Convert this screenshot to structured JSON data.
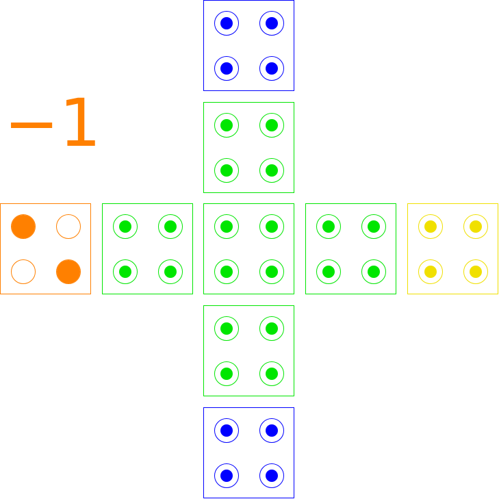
{
  "score": {
    "text": "−1",
    "color": "#ff8000"
  },
  "colors": {
    "blue": "#0000ff",
    "green": "#00e600",
    "orange": "#ff8000",
    "yellow": "#f0e000"
  },
  "tiles": [
    {
      "id": "top-outer",
      "color": "blue",
      "pegs": [
        true,
        true,
        true,
        true
      ],
      "style": "normal"
    },
    {
      "id": "top-inner",
      "color": "green",
      "pegs": [
        true,
        true,
        true,
        true
      ],
      "style": "normal"
    },
    {
      "id": "left-outer",
      "color": "orange",
      "pegs": [
        true,
        false,
        false,
        true
      ],
      "style": "big"
    },
    {
      "id": "left-inner",
      "color": "green",
      "pegs": [
        true,
        true,
        true,
        true
      ],
      "style": "normal"
    },
    {
      "id": "center",
      "color": "green",
      "pegs": [
        true,
        true,
        true,
        true
      ],
      "style": "normal"
    },
    {
      "id": "right-inner",
      "color": "green",
      "pegs": [
        true,
        true,
        true,
        true
      ],
      "style": "normal"
    },
    {
      "id": "right-outer",
      "color": "yellow",
      "pegs": [
        true,
        true,
        true,
        true
      ],
      "style": "normal"
    },
    {
      "id": "bottom-inner",
      "color": "green",
      "pegs": [
        true,
        true,
        true,
        true
      ],
      "style": "normal"
    },
    {
      "id": "bottom-outer",
      "color": "blue",
      "pegs": [
        true,
        true,
        true,
        true
      ],
      "style": "normal"
    }
  ]
}
